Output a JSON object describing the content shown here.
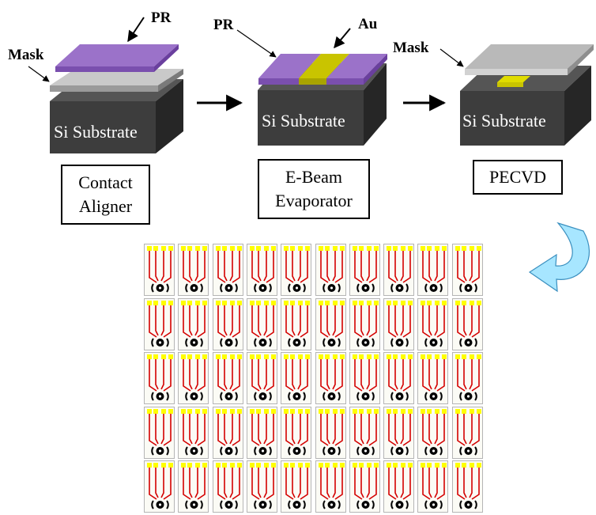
{
  "steps": [
    {
      "box_lines": [
        "Contact",
        "Aligner"
      ],
      "substrate_label": "Si Substrate",
      "callouts": [
        "PR",
        "Mask"
      ]
    },
    {
      "box_lines": [
        "E-Beam",
        "Evaporator"
      ],
      "substrate_label": "Si Substrate",
      "callouts": [
        "PR",
        "Au"
      ]
    },
    {
      "box_lines": [
        "PECVD"
      ],
      "substrate_label": "Si Substrate",
      "callouts": [
        "Mask"
      ]
    }
  ],
  "device_array": {
    "rows": 5,
    "columns": 10
  },
  "colors": {
    "substrate_front": "#3d3d3d",
    "substrate_top": "#555555",
    "substrate_side": "#262626",
    "photoresist": "#9b72c9",
    "gold": "#c9c400",
    "mask": "#b9b9b9",
    "trace": "#d40000",
    "pad": "#ffff00",
    "curved_arrow": "#a7e6ff"
  }
}
